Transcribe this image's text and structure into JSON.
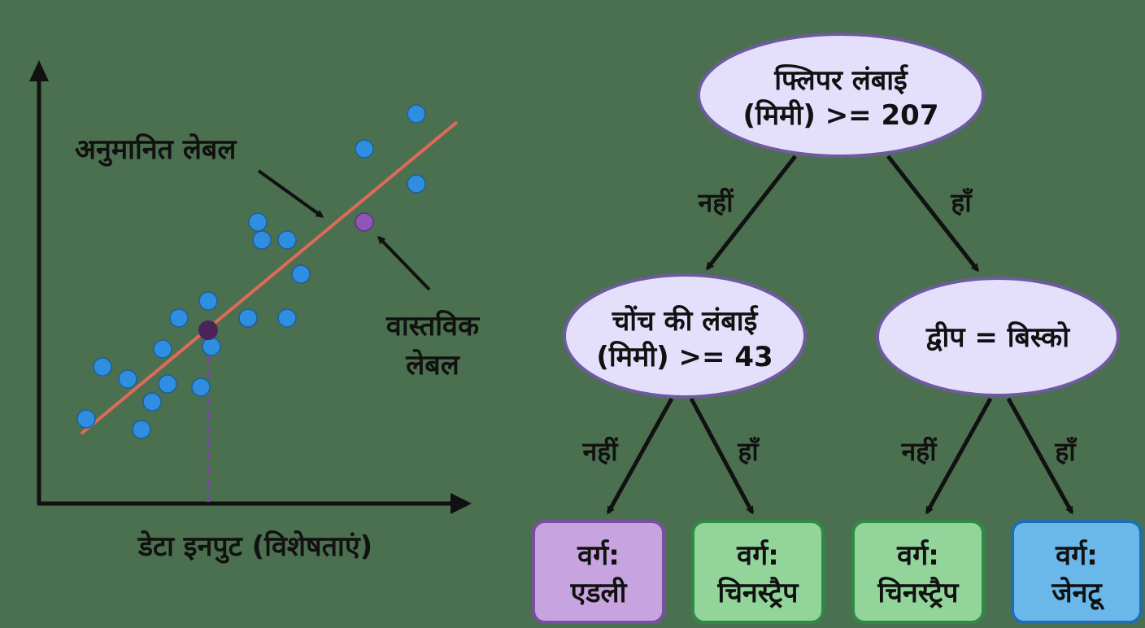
{
  "regression": {
    "predicted_label": "अनुमानित लेबल",
    "actual_label_line1": "वास्तविक",
    "actual_label_line2": "लेबल",
    "x_axis_label": "डेटा इनपुट (विशेषताएं)",
    "colors": {
      "point": "#2f8ee0",
      "point_stroke": "#1d5f99",
      "line": "#de6a5a",
      "actual_point": "#8f56b7",
      "highlight_point": "#4a2358",
      "dashed": "#7a45a6",
      "axis": "#111111"
    }
  },
  "tree": {
    "root_line1": "फ्लिपर लंबाई",
    "root_line2": "(मिमी) >= 207",
    "left_line1": "चोंच की लंबाई",
    "left_line2": "(मिमी) >= 43",
    "right_text": "द्वीप = बिस्को",
    "edge_no": "नहीं",
    "edge_yes": "हाँ",
    "leaf_prefix": "वर्ग:",
    "leaf_adelie": "एडली",
    "leaf_chinstrap": "चिनस्ट्रैप",
    "leaf_gentoo": "जेनटू",
    "colors": {
      "node_fill": "#e4e0fb",
      "node_stroke": "#6e5a9e",
      "leaf_purple": "#c7a3df",
      "leaf_purple_stroke": "#7b4fa0",
      "leaf_green": "#93d49a",
      "leaf_green_stroke": "#2e8a45",
      "leaf_blue": "#6ab7ea",
      "leaf_blue_stroke": "#1f6fb0"
    }
  }
}
